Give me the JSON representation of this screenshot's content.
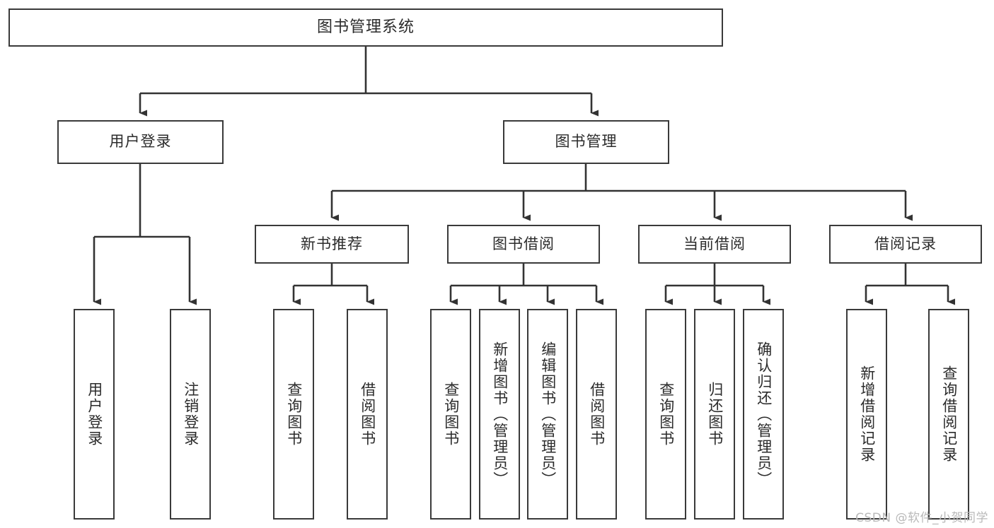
{
  "diagram": {
    "title": "图书管理系统",
    "type": "tree-hierarchy",
    "colors": {
      "background": "#ffffff",
      "border": "#3a3a3a",
      "text": "#2b2b2b",
      "connector": "#333333",
      "watermark": "#b9b9b9"
    },
    "root": {
      "label": "图书管理系统"
    },
    "level2": [
      {
        "label": "用户登录"
      },
      {
        "label": "图书管理"
      }
    ],
    "level3": [
      {
        "label": "新书推荐"
      },
      {
        "label": "图书借阅"
      },
      {
        "label": "当前借阅"
      },
      {
        "label": "借阅记录"
      }
    ],
    "leaves": {
      "user_login": [
        {
          "label": "用户登录"
        },
        {
          "label": "注销登录"
        }
      ],
      "new_book_recommend": [
        {
          "label": "查询图书"
        },
        {
          "label": "借阅图书"
        }
      ],
      "book_borrow": [
        {
          "label": "查询图书"
        },
        {
          "label": "新增图书（管理员）"
        },
        {
          "label": "编辑图书（管理员）"
        },
        {
          "label": "借阅图书"
        }
      ],
      "current_borrow": [
        {
          "label": "查询图书"
        },
        {
          "label": "归还图书"
        },
        {
          "label": "确认归还（管理员）"
        }
      ],
      "borrow_record": [
        {
          "label": "新增借阅记录"
        },
        {
          "label": "查询借阅记录"
        }
      ]
    }
  },
  "watermark": {
    "text": "CSDN @软件_小贺同学"
  }
}
